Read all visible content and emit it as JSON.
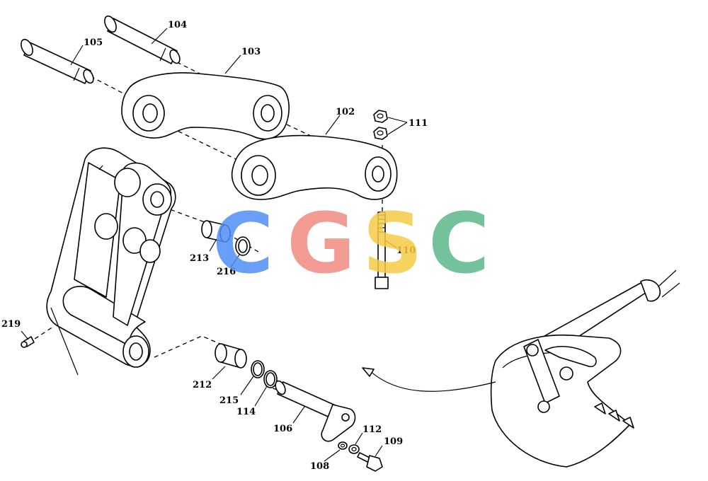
{
  "labels": {
    "p102": "102",
    "p103": "103",
    "p104": "104",
    "p105": "105",
    "p106": "106",
    "p108": "108",
    "p109": "109",
    "p110": "110",
    "p111": "111",
    "p112": "112",
    "p114": "114",
    "p212": "212",
    "p213": "213",
    "p215": "215",
    "p216": "216",
    "p219": "219"
  },
  "watermark": {
    "letters": [
      "C",
      "G",
      "S",
      "C"
    ],
    "colors": [
      "#4f8ff7",
      "#f08a80",
      "#f5cc45",
      "#5bb88a"
    ]
  }
}
